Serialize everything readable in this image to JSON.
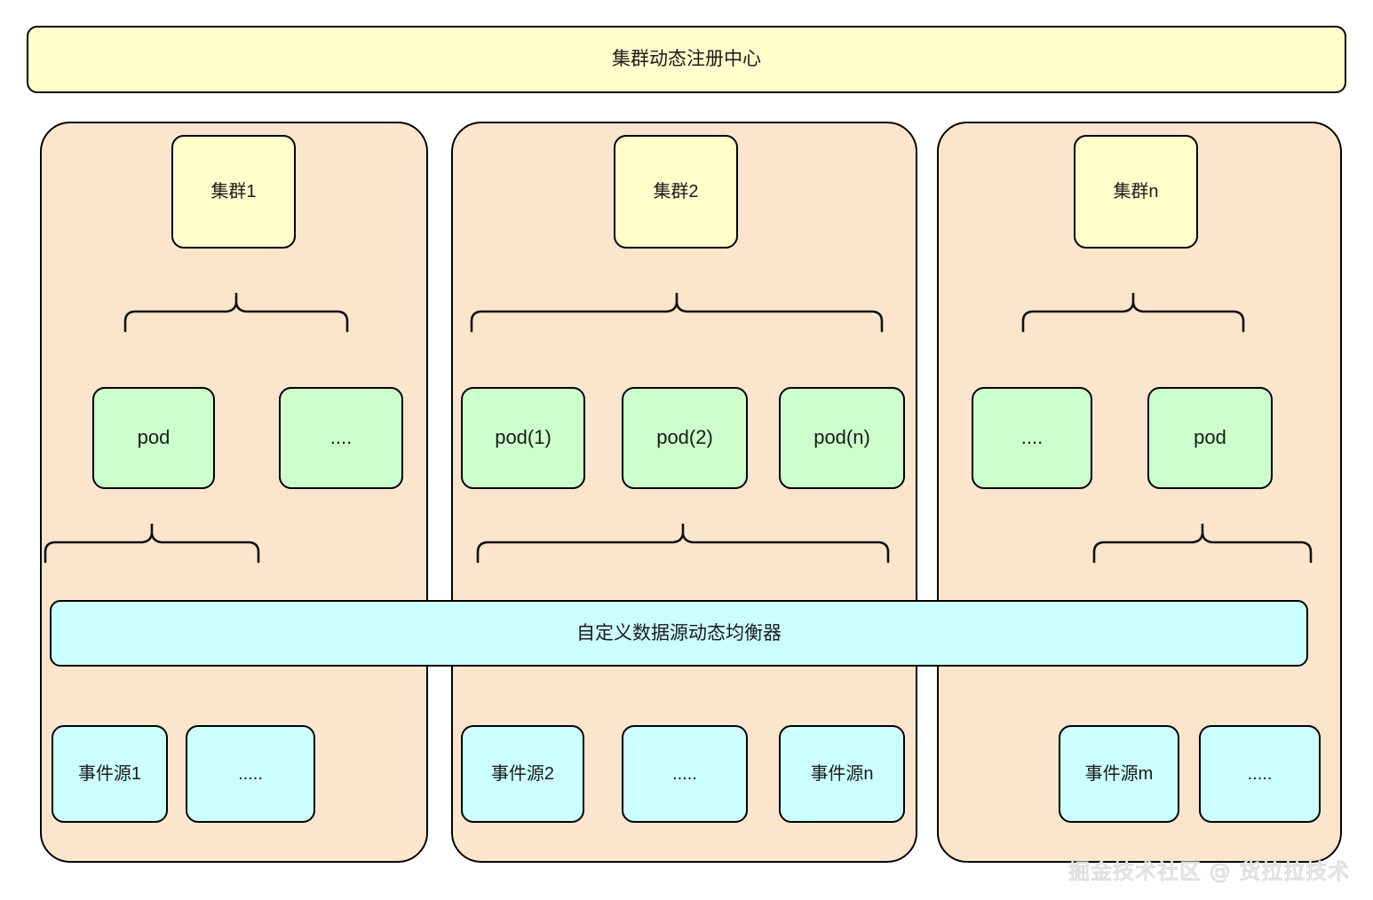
{
  "diagram": {
    "title": "集群动态注册中心",
    "registry": {
      "label": "集群动态注册中心",
      "fill": "#FFFFCC"
    },
    "balancer": {
      "label": "自定义数据源动态均衡器",
      "fill": "#CCFFFF"
    },
    "watermark": "掘金技术社区 @ 货拉拉技术",
    "palette": {
      "cluster_fill": "#FCE5CD",
      "chip_yellow": "#FFFFCC",
      "pod_green": "#CCFFCC",
      "event_cyan": "#CCFFFF",
      "stroke": "#000000"
    },
    "clusters": [
      {
        "name": "集群1",
        "pods": [
          "pod",
          "...."
        ],
        "event_sources": [
          "事件源1",
          "....."
        ]
      },
      {
        "name": "集群2",
        "pods": [
          "pod(1)",
          "pod(2)",
          "pod(n)"
        ],
        "event_sources": [
          "事件源2",
          ".....",
          "事件源n"
        ]
      },
      {
        "name": "集群n",
        "pods": [
          "....",
          "pod"
        ],
        "event_sources": [
          "事件源m",
          "....."
        ]
      }
    ]
  }
}
